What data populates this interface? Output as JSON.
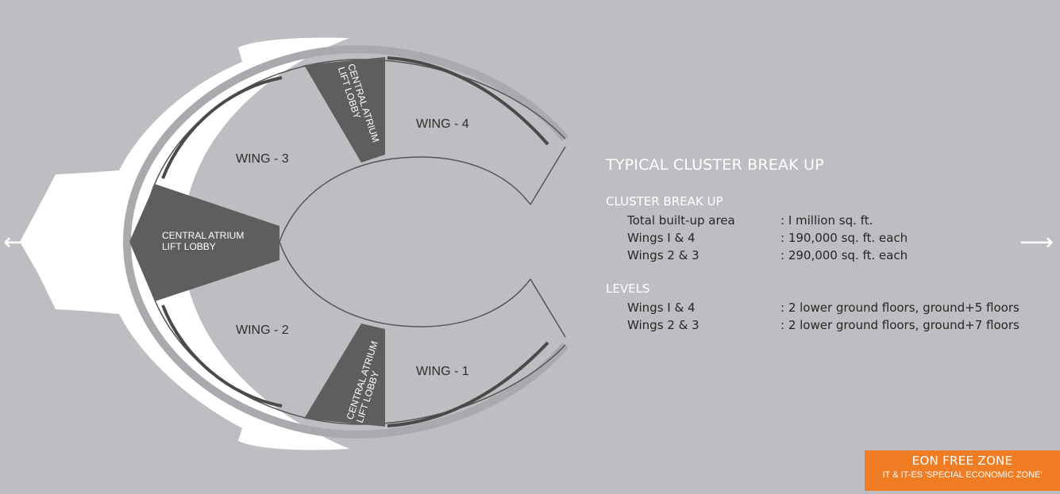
{
  "plan": {
    "wings": [
      {
        "key": "wing4",
        "label": "WING - 4"
      },
      {
        "key": "wing3",
        "label": "WING - 3"
      },
      {
        "key": "wing2",
        "label": "WING - 2"
      },
      {
        "key": "wing1",
        "label": "WING - 1"
      }
    ],
    "lobbies": [
      {
        "key": "top",
        "line1": "CENTRAL ATRIUM",
        "line2": "LIFT LOBBY"
      },
      {
        "key": "middle",
        "line1": "CENTRAL ATRIUM",
        "line2": "LIFT LOBBY"
      },
      {
        "key": "bottom",
        "line1": "CENTRAL ATRIUM",
        "line2": "LIFT LOBBY"
      }
    ],
    "colors": {
      "background": "#bdbec1",
      "lobby": "#5e5e5e",
      "wall": "#4a4a4a",
      "white": "#ffffff"
    }
  },
  "nav": {
    "prev_icon": "⟵",
    "next_icon": "⟶"
  },
  "info": {
    "title": "TYPICAL CLUSTER BREAK UP",
    "cluster": {
      "heading": "CLUSTER BREAK UP",
      "rows": [
        {
          "k": "Total built-up area",
          "v": ": I million sq. ft."
        },
        {
          "k": "Wings I & 4",
          "v": ": 190,000 sq. ft. each"
        },
        {
          "k": "Wings 2 & 3",
          "v": ": 290,000 sq. ft. each"
        }
      ]
    },
    "levels": {
      "heading": "LEVELS",
      "rows": [
        {
          "k": "Wings I & 4",
          "v": ":  2 lower ground floors, ground+5 floors"
        },
        {
          "k": "Wings 2 & 3",
          "v": ":  2 lower ground floors, ground+7 floors"
        }
      ]
    }
  },
  "badge": {
    "title": "EON FREE ZONE",
    "subtitle": "IT & IT-ES 'SPECIAL ECONOMIC ZONE'",
    "color": "#f07d23"
  }
}
